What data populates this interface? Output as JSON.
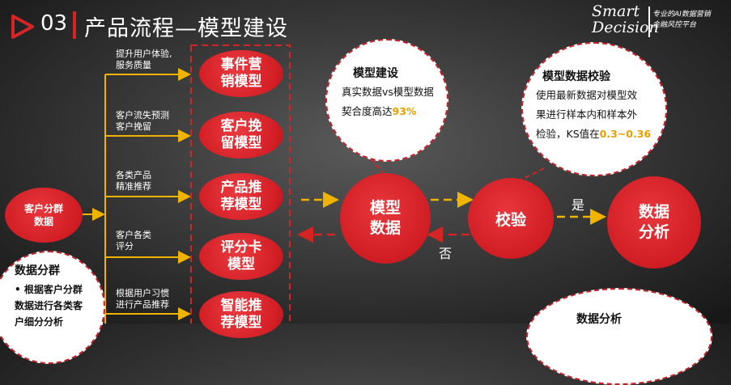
{
  "header": {
    "slide_number": "03",
    "title": "产品流程—模型建设",
    "logo_line1": "Smart",
    "logo_line2": "Decision",
    "logo_sub1": "专业的AI数据营销",
    "logo_sub2": "金融风控平台"
  },
  "left": {
    "segment_circle": "客户分群\n数据",
    "segment_bubble_title": "数据分群",
    "segment_bubble_line1": "• 根据客户分群",
    "segment_bubble_line2": "数据进行各类客",
    "segment_bubble_line3": "户细分分析"
  },
  "branches": [
    {
      "label": "提升用户体验,\n服务质量",
      "model": "事件营\n销模型"
    },
    {
      "label": "客户流失预测\n客户挽留",
      "model": "客户挽\n留模型"
    },
    {
      "label": "各类产品\n精准推荐",
      "model": "产品推\n荐模型"
    },
    {
      "label": "客户各类\n评分",
      "model": "评分卡\n模型"
    },
    {
      "label": "根据用户习惯\n进行产品推荐",
      "model": "智能推\n荐模型"
    }
  ],
  "center": {
    "model_data": "模型\n数据",
    "validate": "校验",
    "analysis": "数据\n分析",
    "yes_label": "是",
    "no_label": "否"
  },
  "bubbles": {
    "model_build_title": "模型建设",
    "model_build_line1": "真实数据vs模型数据",
    "model_build_line2_prefix": "契合度高达",
    "model_build_line2_value": "93%",
    "validate_title": "模型数据校验",
    "validate_line1": "使用最新数据对模型效",
    "validate_line2": "果进行样本内和样本外",
    "validate_line3_prefix": "检验，KS值在",
    "validate_line3_value": "0.3~0.36",
    "analysis_title": "数据分析"
  },
  "colors": {
    "accent_red": "#d42424",
    "highlight": "#e8a000",
    "arrow": "#f0b400"
  }
}
